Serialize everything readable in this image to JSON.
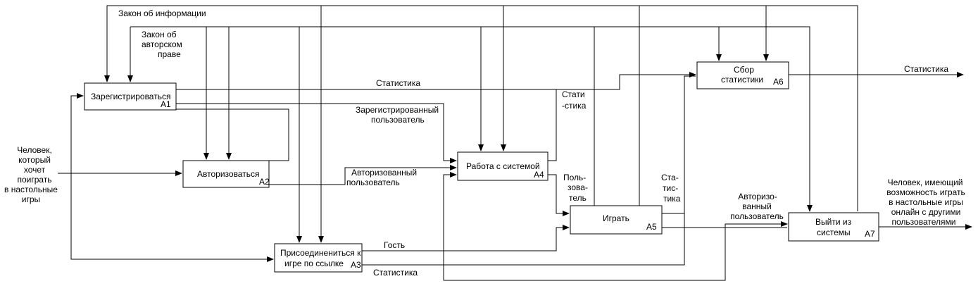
{
  "blocks": {
    "a1": {
      "name": "Зарегистрироваться",
      "num": "A1"
    },
    "a2": {
      "name": "Авторизоваться",
      "num": "A2"
    },
    "a3": {
      "line1": "Присоединениться к",
      "line2": "игре по ссылке",
      "num": "A3"
    },
    "a4": {
      "name": "Работа с системой",
      "num": "A4"
    },
    "a5": {
      "name": "Играть",
      "num": "A5"
    },
    "a6": {
      "line1": "Сбор",
      "line2": "статистики",
      "num": "A6"
    },
    "a7": {
      "line1": "Выйти из",
      "line2": "системы",
      "num": "A7"
    }
  },
  "controls": {
    "info_law": "Закон об информации",
    "copyright_law": [
      "Закон об",
      "авторском",
      "праве"
    ]
  },
  "inputs": {
    "person": [
      "Человек,",
      "который",
      "хочет",
      "поиграть",
      "в настольные",
      "игры"
    ]
  },
  "outputs": {
    "statistics_out": "Статистика",
    "person_out": [
      "Человек, имеющий",
      "возможность играть",
      "в настольные игры",
      "онлайн с другими",
      "пользователями"
    ]
  },
  "arrows": {
    "statistics_a1": "Статистика",
    "registered_user": [
      "Зарегистрированный",
      "пользователь"
    ],
    "authorized_user": [
      "Авторизованный",
      "пользователь"
    ],
    "guest": "Гость",
    "statistics_a3": "Статистика",
    "stat_a4": [
      "Стати",
      "-стика"
    ],
    "user_a4": [
      "Поль-",
      "зова-",
      "тель"
    ],
    "stat_a5": [
      "Ста-",
      "тис-",
      "тика"
    ],
    "authorized_a5": [
      "Авторизо-",
      "ванный",
      "пользователь"
    ]
  }
}
